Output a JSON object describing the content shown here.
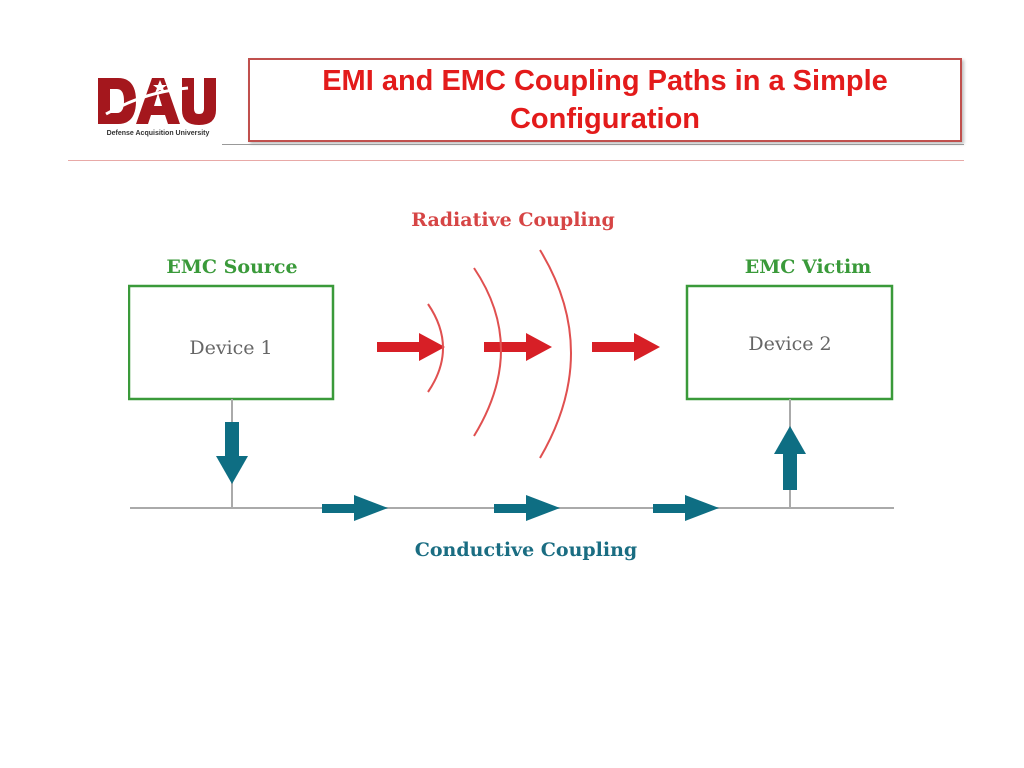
{
  "header": {
    "logo": {
      "icon": "dau-logo-icon",
      "letters": "DAU",
      "caption": "Defense Acquisition University"
    },
    "title": "EMI and EMC Coupling Paths in a Simple Configuration"
  },
  "diagram": {
    "radiative_label": "Radiative Coupling",
    "conductive_label": "Conductive Coupling",
    "source": {
      "role": "EMC Source",
      "device": "Device 1"
    },
    "victim": {
      "role": "EMC Victim",
      "device": "Device 2"
    },
    "colors": {
      "green": "#3a9a3a",
      "red_arrow": "#d71f26",
      "wave": "#e05050",
      "teal": "#0e6e83",
      "line": "#aaaaaa",
      "title_red": "#e31b1b"
    }
  }
}
